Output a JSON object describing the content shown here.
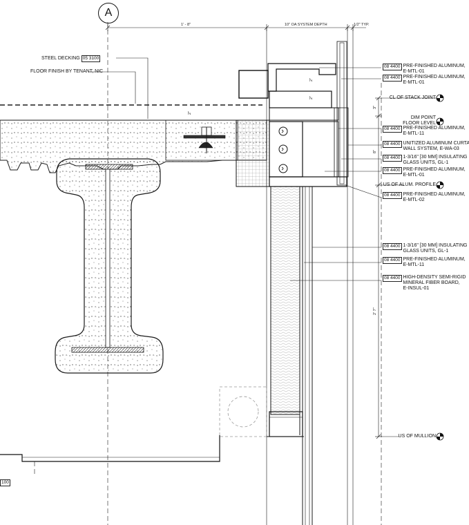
{
  "grid": {
    "label": "A"
  },
  "dimensions": {
    "top_span": "1' - 8\"",
    "system_depth": "10\" OA SYSTEM DEPTH",
    "typ": "1/2\" TYP.",
    "v_a": "2\"",
    "v_b": "2\"",
    "v_c": "2\"",
    "v_d": "3\"",
    "v_e": "8\"",
    "v_f": "2' 7\""
  },
  "left_callouts": [
    {
      "text": "STEEL DECKING",
      "tag": "05 3100"
    },
    {
      "text": "FLOOR FINISH BY TENANT, NIC",
      "tag": ""
    }
  ],
  "partial_tag": "100",
  "tags": [
    {
      "code": "08 4400",
      "lines": [
        "PRE-FINISHED ALUMINUM,",
        "E-MTL-01"
      ]
    },
    {
      "code": "08 4400",
      "lines": [
        "PRE-FINISHED ALUMINUM,",
        "E-MTL-01"
      ]
    },
    {
      "code": "08 4400",
      "lines": [
        "PRE-FINISHED ALUMINUM,",
        "E-MTL-11"
      ]
    },
    {
      "code": "08 4400",
      "lines": [
        "UNITIZED ALUMINUM CURTAIN",
        "WALL SYSTEM, E-WA-03"
      ]
    },
    {
      "code": "08 4400",
      "lines": [
        "1-3/16\" [30 MM] INSULATING",
        "GLASS UNITS, GL-1"
      ]
    },
    {
      "code": "08 4400",
      "lines": [
        "PRE-FINISHED ALUMINUM,",
        "E-MTL-01"
      ]
    },
    {
      "code": "08 4400",
      "lines": [
        "PRE-FINISHED ALUMINUM,",
        "E-MTL-02"
      ]
    },
    {
      "code": "08 4400",
      "lines": [
        "1-3/16\" [30 MM] INSULATING",
        "GLASS UNITS, GL-1"
      ]
    },
    {
      "code": "08 4400",
      "lines": [
        "PRE-FINISHED ALUMINUM,",
        "E-MTL-11"
      ]
    },
    {
      "code": "08 4400",
      "lines": [
        "HIGH-DENSITY SEMI-RIGID",
        "MINERAL FIBER BOARD,",
        "E-INSUL-01"
      ]
    }
  ],
  "elevations": [
    {
      "lines": [
        "CL OF STACK JOINT"
      ]
    },
    {
      "lines": [
        "DIM POINT",
        "FLOOR LEVEL"
      ]
    },
    {
      "lines": [
        "US OF ALUM. PROFILE"
      ]
    },
    {
      "lines": [
        "US OF MULLION"
      ]
    }
  ]
}
